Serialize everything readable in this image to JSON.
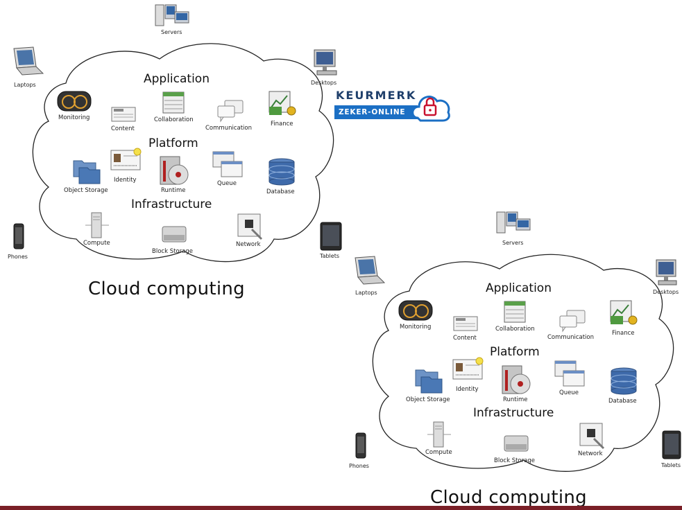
{
  "diagrams": [
    {
      "caption": "Cloud computing",
      "devices": {
        "servers": "Servers",
        "laptops": "Laptops",
        "desktops": "Desktops",
        "phones": "Phones",
        "tablets": "Tablets"
      },
      "layers": {
        "application": "Application",
        "platform": "Platform",
        "infrastructure": "Infrastructure"
      },
      "services": {
        "monitoring": "Monitoring",
        "content": "Content",
        "collaboration": "Collaboration",
        "communication": "Communication",
        "finance": "Finance",
        "object_storage": "Object Storage",
        "identity": "Identity",
        "runtime": "Runtime",
        "queue": "Queue",
        "database": "Database",
        "compute": "Compute",
        "block_storage": "Block Storage",
        "network": "Network"
      }
    },
    {
      "caption": "Cloud computing",
      "devices": {
        "servers": "Servers",
        "laptops": "Laptops",
        "desktops": "Desktops",
        "phones": "Phones",
        "tablets": "Tablets"
      },
      "layers": {
        "application": "Application",
        "platform": "Platform",
        "infrastructure": "Infrastructure"
      },
      "services": {
        "monitoring": "Monitoring",
        "content": "Content",
        "collaboration": "Collaboration",
        "communication": "Communication",
        "finance": "Finance",
        "object_storage": "Object Storage",
        "identity": "Identity",
        "runtime": "Runtime",
        "queue": "Queue",
        "database": "Database",
        "compute": "Compute",
        "block_storage": "Block Storage",
        "network": "Network"
      }
    }
  ],
  "badge": {
    "top_text": "KEURMERK",
    "bottom_text": "ZEKER-ONLINE",
    "colors": {
      "dark": "#1f3f6b",
      "blue": "#1b6fc4",
      "lock": "#c8102e"
    }
  },
  "colors": {
    "bottom_bar": "#7a1f27"
  }
}
